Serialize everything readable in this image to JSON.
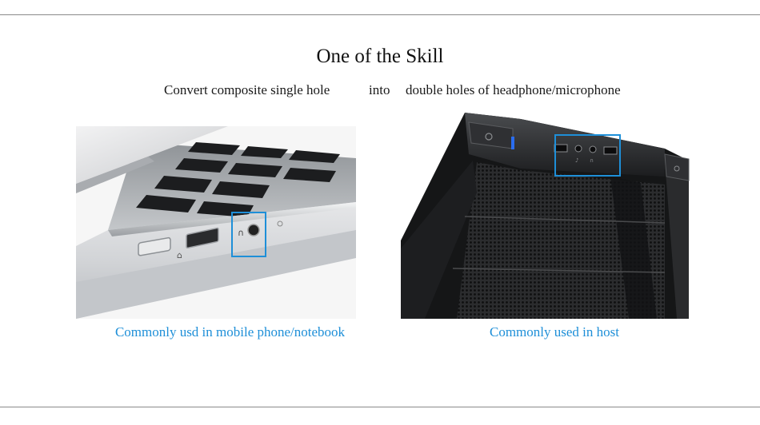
{
  "header": {
    "title": "One of the Skill",
    "subtitle_part1": "Convert composite single hole",
    "subtitle_part2": "into",
    "subtitle_part3": "double holes of headphone/microphone"
  },
  "panels": [
    {
      "caption": "Commonly usd in mobile phone/notebook",
      "image": "laptop-side-ports-photo"
    },
    {
      "caption": "Commonly used in host",
      "image": "pc-case-front-panel-photo"
    }
  ],
  "colors": {
    "accent": "#1e8fd8",
    "rule": "#8a8a8a",
    "text": "#111111"
  }
}
